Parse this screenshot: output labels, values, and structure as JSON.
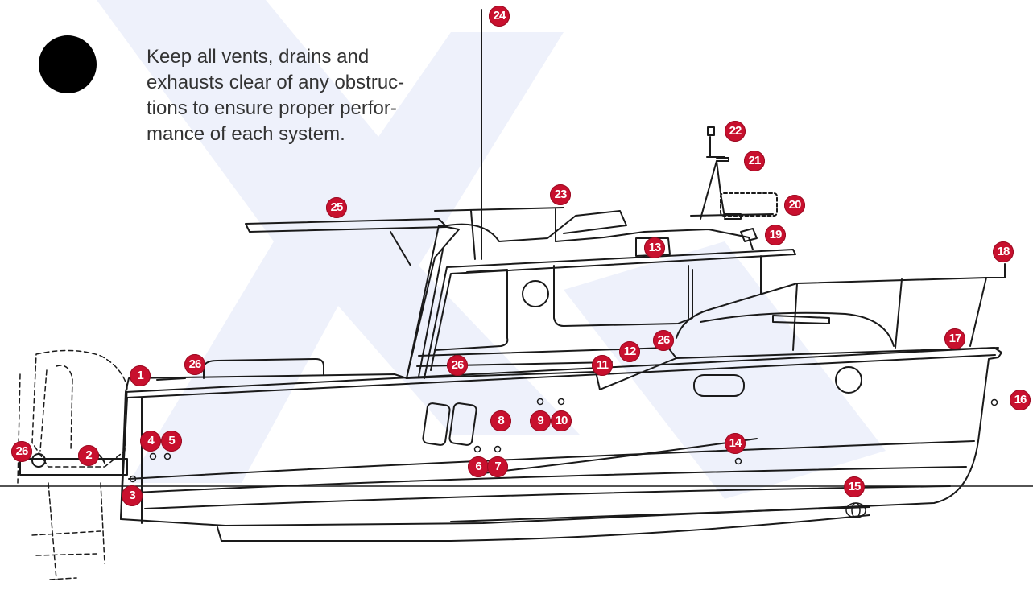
{
  "note": {
    "text": "Keep all vents, drains and\nexhausts clear of any obstruc-\ntions to ensure proper perfor-\nmance of each system."
  },
  "colors": {
    "callout": "#c8102e",
    "line": "#1a1a1a",
    "watermark": "#eef1fb"
  },
  "icons": {
    "bullet": "black-circle-bullet"
  },
  "callouts": [
    {
      "id": "c1",
      "label": "1"
    },
    {
      "id": "c2",
      "label": "2"
    },
    {
      "id": "c3",
      "label": "3"
    },
    {
      "id": "c4",
      "label": "4"
    },
    {
      "id": "c5",
      "label": "5"
    },
    {
      "id": "c6",
      "label": "6"
    },
    {
      "id": "c7",
      "label": "7"
    },
    {
      "id": "c8",
      "label": "8"
    },
    {
      "id": "c9",
      "label": "9"
    },
    {
      "id": "c10",
      "label": "10"
    },
    {
      "id": "c11",
      "label": "11"
    },
    {
      "id": "c12",
      "label": "12"
    },
    {
      "id": "c13",
      "label": "13"
    },
    {
      "id": "c14",
      "label": "14"
    },
    {
      "id": "c15",
      "label": "15"
    },
    {
      "id": "c16",
      "label": "16"
    },
    {
      "id": "c17",
      "label": "17"
    },
    {
      "id": "c18",
      "label": "18"
    },
    {
      "id": "c19",
      "label": "19"
    },
    {
      "id": "c20",
      "label": "20"
    },
    {
      "id": "c21",
      "label": "21"
    },
    {
      "id": "c22",
      "label": "22"
    },
    {
      "id": "c23",
      "label": "23"
    },
    {
      "id": "c24",
      "label": "24"
    },
    {
      "id": "c25",
      "label": "25"
    },
    {
      "id": "c26a",
      "label": "26"
    },
    {
      "id": "c26b",
      "label": "26"
    },
    {
      "id": "c26c",
      "label": "26"
    },
    {
      "id": "c26d",
      "label": "26"
    }
  ]
}
